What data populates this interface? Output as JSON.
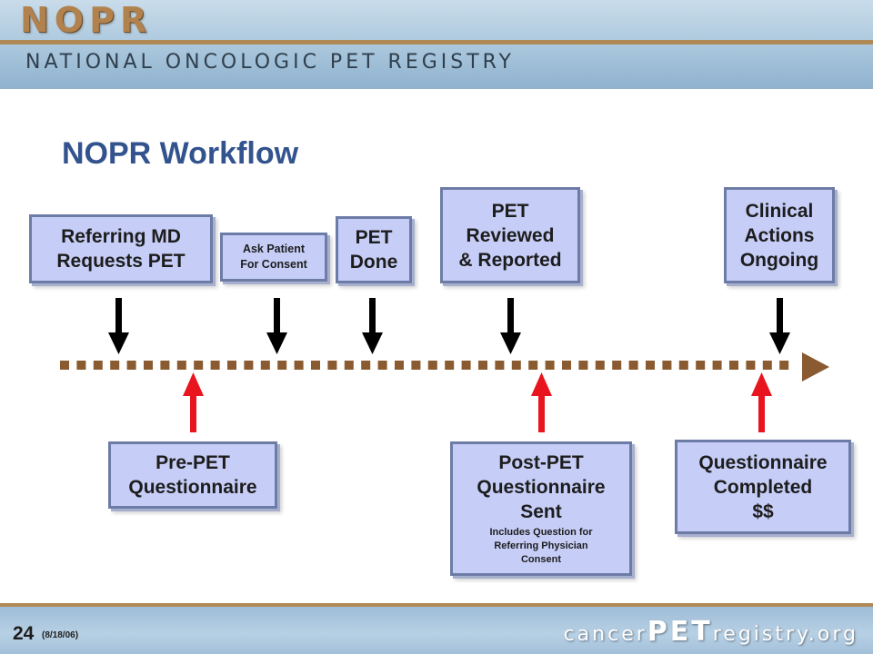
{
  "header": {
    "logo": "NOPR",
    "subtitle": "NATIONAL ONCOLOGIC PET REGISTRY"
  },
  "slide": {
    "title": "NOPR Workflow"
  },
  "top_boxes": [
    {
      "title": "Referring MD\nRequests PET"
    },
    {
      "title": "Ask Patient\nFor Consent"
    },
    {
      "title": "PET\nDone"
    },
    {
      "title": "PET\nReviewed\n& Reported"
    },
    {
      "title": "Clinical\nActions\nOngoing"
    }
  ],
  "bottom_boxes": [
    {
      "title": "Pre-PET\nQuestionnaire"
    },
    {
      "title": "Post-PET\nQuestionnaire\nSent",
      "subtitle": "Includes Question for\nReferring Physician\nConsent"
    },
    {
      "title": "Questionnaire\nCompleted\n$$"
    }
  ],
  "colors": {
    "box_fill": "#c6cdf7",
    "box_border": "#6d7ca6",
    "timeline": "#8a5a30",
    "down_arrow": "#000000",
    "up_arrow": "#e8141e",
    "title": "#33538f"
  },
  "footer": {
    "slide_number": "24",
    "date": "(8/18/06)",
    "website_pre": "cancer",
    "website_mid": "PET",
    "website_post": "registry.org"
  }
}
